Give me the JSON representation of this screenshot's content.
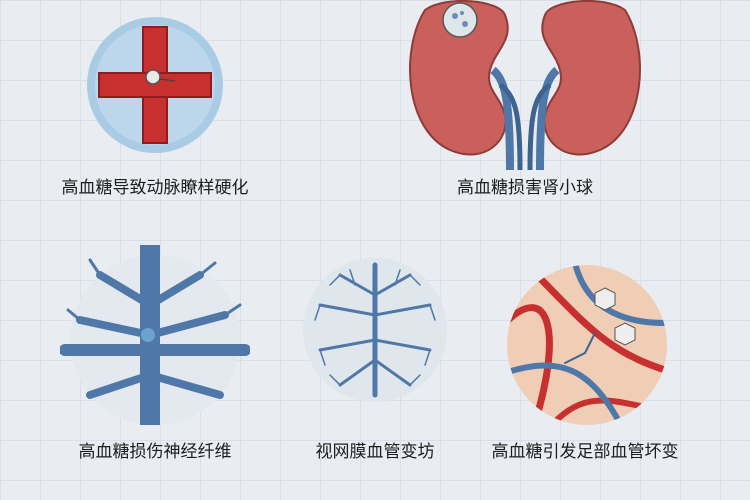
{
  "captions": {
    "atherosclerosis": "高血糖导致动脉瞭样硬化",
    "kidney": "高血糖损害肾小球",
    "nerve": "高血糖损伤神经纤维",
    "retina": "视网膜血管变坊",
    "foot": "高血糖引发足部血管坏变"
  },
  "colors": {
    "artery_red": "#c8302f",
    "vein_blue": "#4f78a8",
    "kidney": "#c9605c",
    "background": "#e9edf1"
  }
}
